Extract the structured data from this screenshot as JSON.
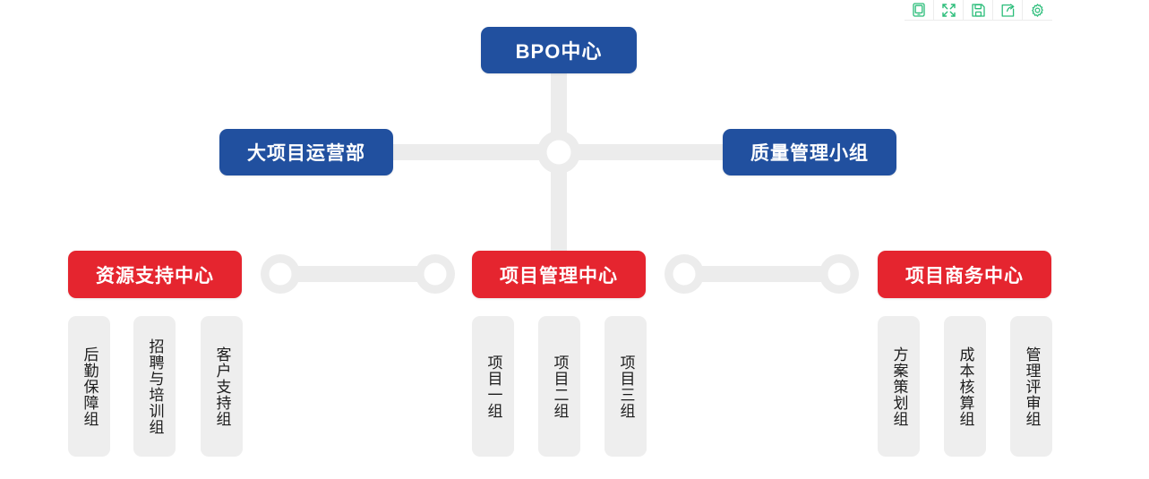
{
  "toolbar": {
    "buttons": [
      {
        "name": "mobile-preview-icon",
        "label": ""
      },
      {
        "name": "fullscreen-icon",
        "label": ""
      },
      {
        "name": "save-icon",
        "label": ""
      },
      {
        "name": "share-icon",
        "label": ""
      },
      {
        "name": "settings-gear-icon",
        "label": ""
      }
    ],
    "accent_color": "#2ABD79"
  },
  "colors": {
    "blue": "#21509F",
    "red": "#E5252F",
    "connector": "#ECECEC",
    "leaf_bg": "#EEEEEE",
    "leaf_text": "#1C1C1C",
    "page_bg": "#FFFFFF"
  },
  "chart_data": {
    "type": "diagram",
    "subtype": "organization-chart",
    "title": "BPO中心",
    "levels": [
      {
        "level": 1,
        "nodes": [
          {
            "id": "root",
            "label": "BPO中心",
            "color": "#21509F"
          }
        ]
      },
      {
        "level": 2,
        "nodes": [
          {
            "id": "ops",
            "label": "大项目运营部",
            "color": "#21509F"
          },
          {
            "id": "qa",
            "label": "质量管理小组",
            "color": "#21509F"
          }
        ]
      },
      {
        "level": 3,
        "nodes": [
          {
            "id": "res",
            "label": "资源支持中心",
            "color": "#E5252F"
          },
          {
            "id": "pm",
            "label": "项目管理中心",
            "color": "#E5252F"
          },
          {
            "id": "biz",
            "label": "项目商务中心",
            "color": "#E5252F"
          }
        ]
      }
    ],
    "leaf_groups": [
      {
        "parent": "res",
        "items": [
          "后勤保障组",
          "招聘与培训组",
          "客户支持组"
        ]
      },
      {
        "parent": "pm",
        "items": [
          "项目一组",
          "项目二组",
          "项目三组"
        ]
      },
      {
        "parent": "biz",
        "items": [
          "方案策划组",
          "成本核算组",
          "管理评审组"
        ]
      }
    ],
    "connectors": {
      "hub_rings": 5,
      "style": "rounded-bar-with-ring-joints",
      "color": "#ECECEC"
    }
  },
  "org": {
    "root": {
      "label": "BPO中心"
    },
    "ops": {
      "label": "大项目运营部"
    },
    "qa": {
      "label": "质量管理小组"
    },
    "res": {
      "label": "资源支持中心"
    },
    "pm": {
      "label": "项目管理中心"
    },
    "biz": {
      "label": "项目商务中心"
    },
    "leaves": {
      "res": [
        "后勤保障组",
        "招聘与培训组",
        "客户支持组"
      ],
      "pm": [
        "项目一组",
        "项目二组",
        "项目三组"
      ],
      "biz": [
        "方案策划组",
        "成本核算组",
        "管理评审组"
      ]
    }
  }
}
